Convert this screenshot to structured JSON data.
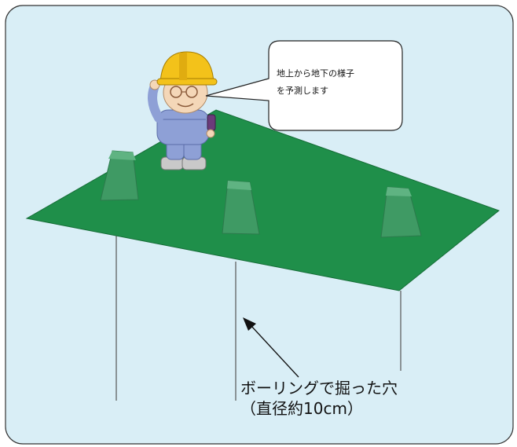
{
  "speech_bubble": {
    "line1": "地上から地下の様子",
    "line2": "を予測します"
  },
  "caption": {
    "line1": "ボーリングで掘った穴",
    "line2": "（直径約10cm）"
  },
  "colors": {
    "background": "#d9eef6",
    "ground": "#1f8f4a",
    "ground_edge": "#166d37",
    "boring_hole": "#555555",
    "footing": "#3f9a64",
    "helmet": "#f3c21a",
    "uniform": "#8ea0d6"
  },
  "icons": {
    "worker": "worker-character-icon",
    "footings": "concrete-footing-icon"
  }
}
